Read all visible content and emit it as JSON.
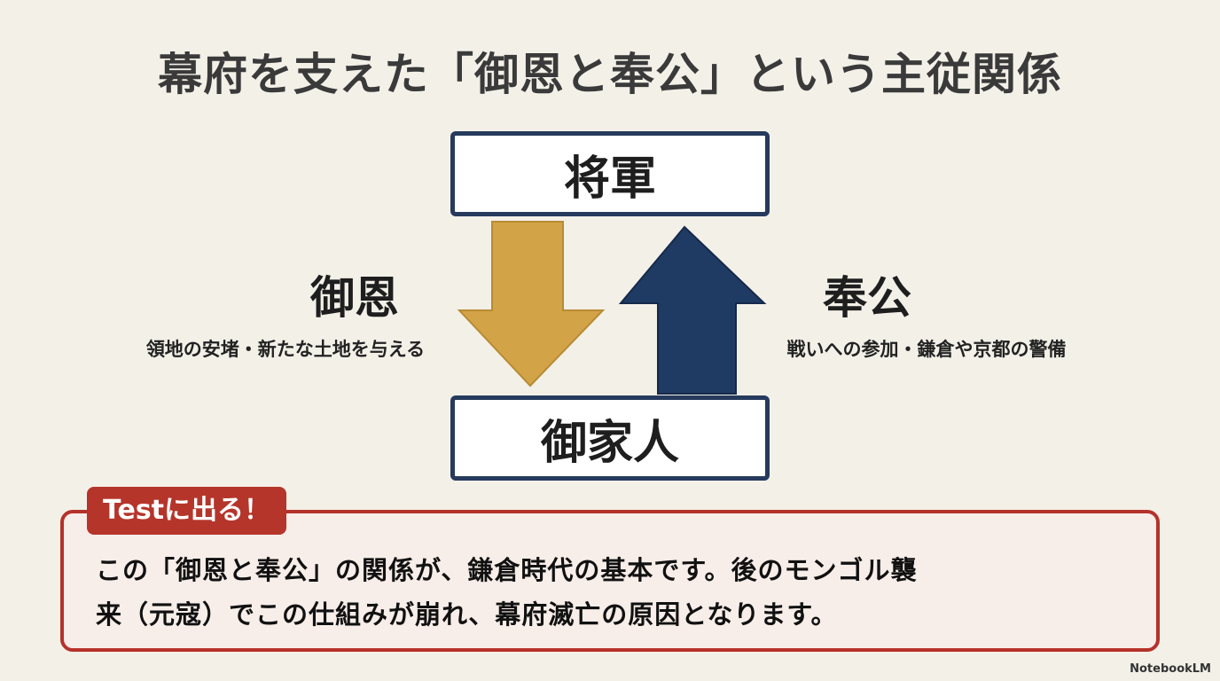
{
  "title": "幕府を支えた「御恩と奉公」という主従関係",
  "diagram": {
    "top_box": "将軍",
    "bottom_box": "御家人",
    "left": {
      "label": "御恩",
      "description": "領地の安堵・新たな土地を与える"
    },
    "right": {
      "label": "奉公",
      "description": "戦いへの参加・鎌倉や京都の警備"
    },
    "colors": {
      "down_arrow": "#d3a347",
      "up_arrow": "#1f3a63",
      "box_border": "#263a5c"
    }
  },
  "note": {
    "tag": "Testに出る！",
    "lines": [
      "この「御恩と奉公」の関係が、鎌倉時代の基本です。後のモンゴル襲",
      "来（元寇）でこの仕組みが崩れ、幕府滅亡の原因となります。"
    ],
    "accent": "#b5322a"
  },
  "watermark": "NotebookLM"
}
